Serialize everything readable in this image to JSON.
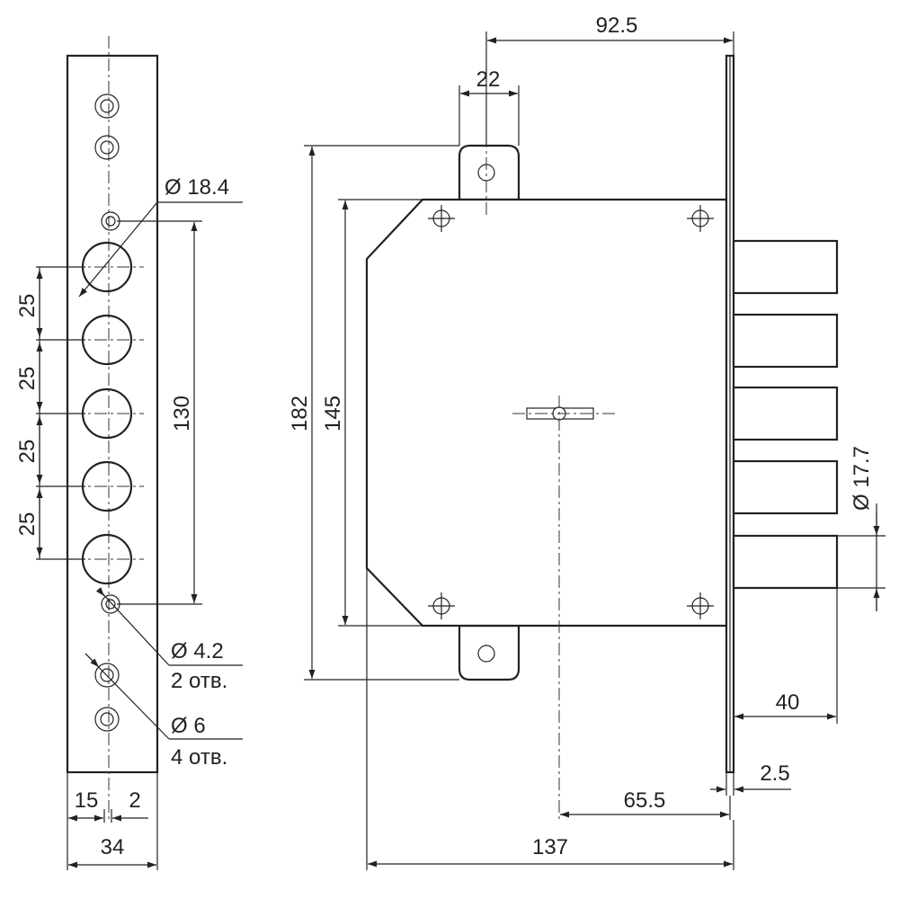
{
  "dims": {
    "w92": "92.5",
    "w22": "22",
    "d18": "Ø 18.4",
    "h130": "130",
    "h182": "182",
    "h145": "145",
    "p1": "25",
    "p2": "25",
    "p3": "25",
    "p4": "25",
    "d42": "Ø 4.2",
    "n2": "2 отв.",
    "d6": "Ø 6",
    "n4": "4 отв.",
    "w15": "15",
    "w2": "2",
    "w34": "34",
    "d177": "Ø 17.7",
    "w40": "40",
    "w25": "2.5",
    "w655": "65.5",
    "w137": "137"
  },
  "colors": {
    "line": "#222222",
    "background": "#ffffff"
  }
}
